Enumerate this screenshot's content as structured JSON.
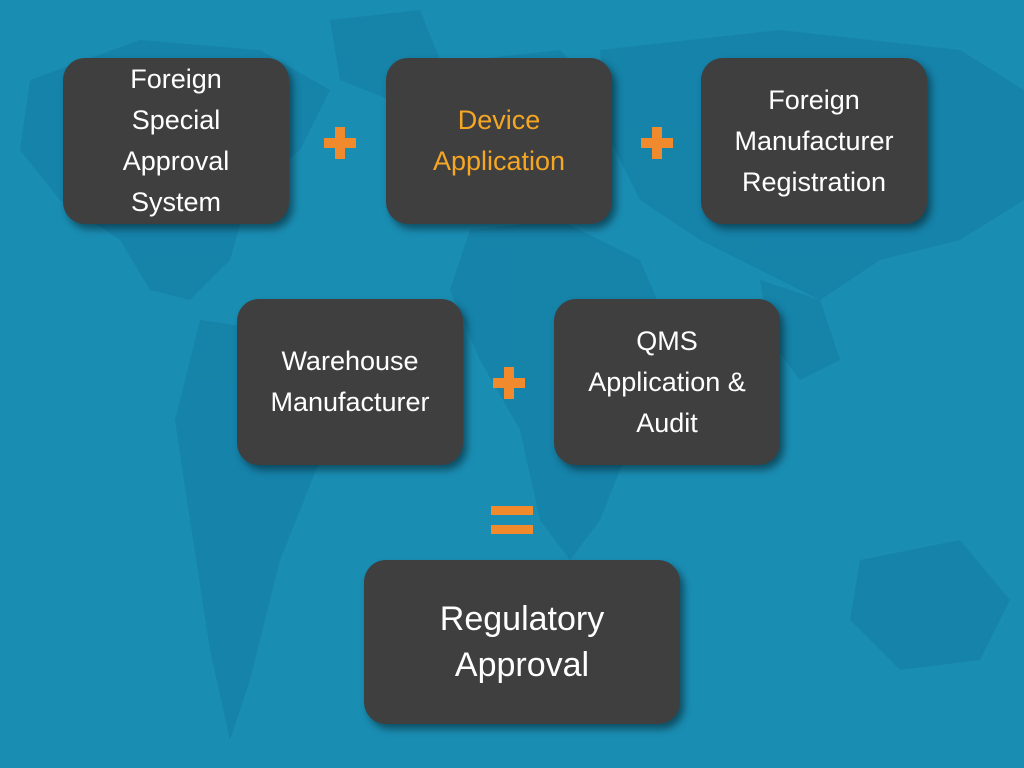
{
  "colors": {
    "background": "#1a8db3",
    "map": "#1787ad",
    "box": "#3f3f3f",
    "box_text": "#ffffff",
    "highlight_text": "#f5a623",
    "operator": "#f08a2c"
  },
  "boxes": {
    "foreign_special_approval": "Foreign\nSpecial\nApproval\nSystem",
    "device_application": "Device\nApplication",
    "foreign_manufacturer_registration": "Foreign\nManufacturer\nRegistration",
    "warehouse_manufacturer": "Warehouse\nManufacturer",
    "qms_application_audit": "QMS\nApplication &\nAudit",
    "regulatory_approval": "Regulatory\nApproval"
  },
  "operators": {
    "plus_1": "plus-icon",
    "plus_2": "plus-icon",
    "plus_3": "plus-icon",
    "equals": "equals-icon"
  }
}
